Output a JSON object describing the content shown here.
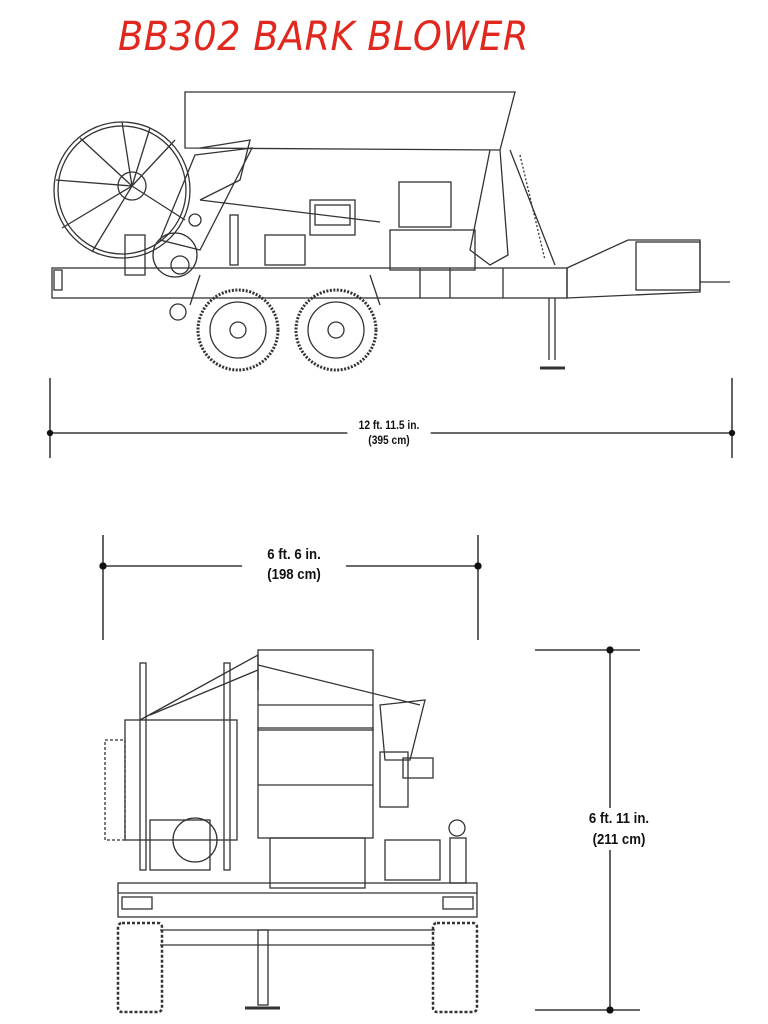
{
  "title": "BB302 BARK BLOWER",
  "colors": {
    "title": "#e0281e",
    "lines": "#333333"
  },
  "dimensions": {
    "side_length": {
      "imperial": "12 ft. 11.5 in.",
      "metric": "(395 cm)"
    },
    "front_width": {
      "imperial": "6 ft. 6 in.",
      "metric": "(198 cm)"
    },
    "front_height": {
      "imperial": "6 ft. 11 in.",
      "metric": "(211 cm)"
    }
  }
}
